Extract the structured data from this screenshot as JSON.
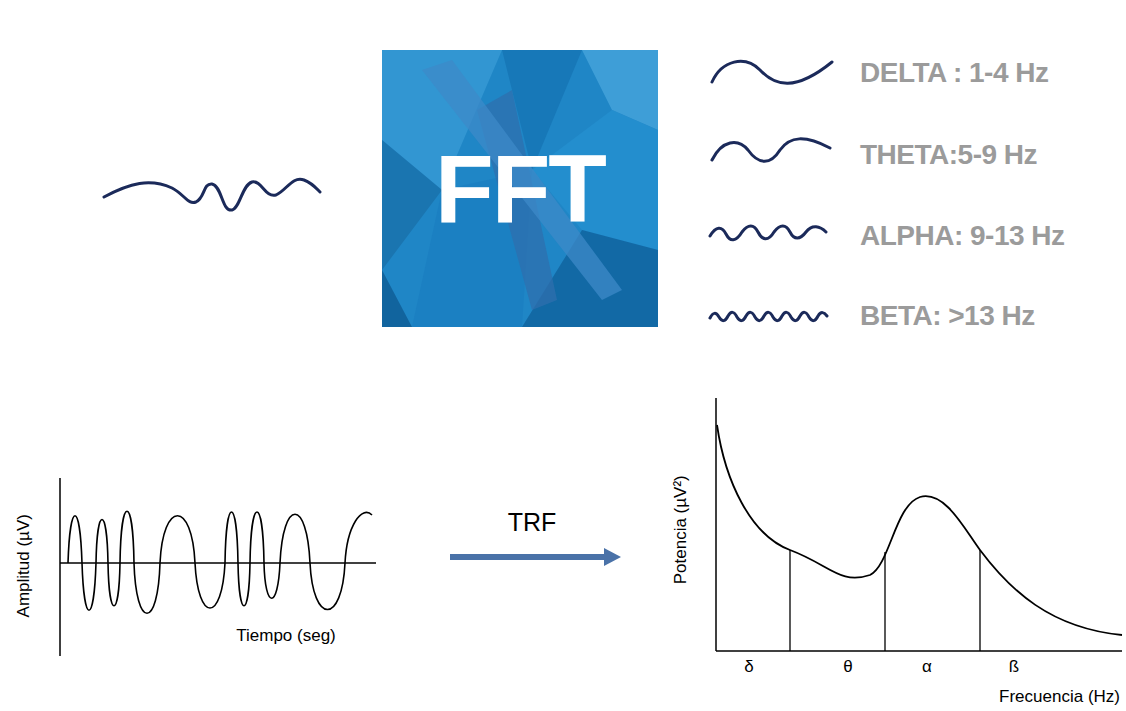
{
  "diagram": {
    "nodes": [
      {
        "text": [
          "FFT"
        ]
      }
    ],
    "labels": [
      "DELTA : 1-4 Hz",
      "THETA:5-9 Hz",
      "ALPHA: 9-13 Hz",
      "BETA: >13 Hz",
      "Amplitud (µV)",
      "Tiempo (seg)",
      "TRF",
      "Potencia (µV²)",
      "δ",
      "θ",
      "α",
      "ß",
      "Frecuencia (Hz)"
    ]
  }
}
